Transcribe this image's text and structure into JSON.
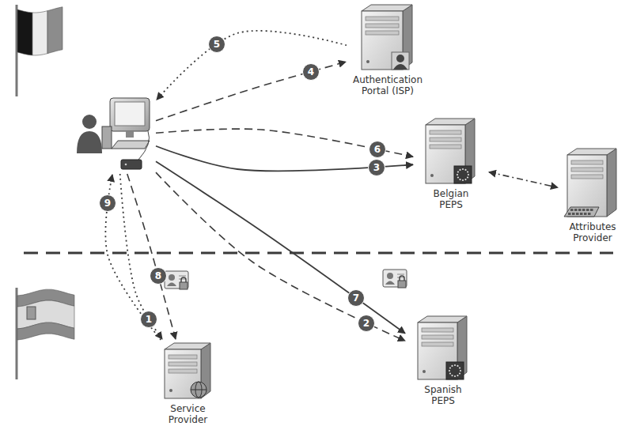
{
  "diagram": {
    "nodes": [
      {
        "text": [
          "Authentication Portal (ISP)"
        ]
      },
      {
        "text": []
      },
      {
        "text": [
          "Belgian PEPS"
        ]
      },
      {
        "text": [
          "Attributes Provider"
        ]
      },
      {
        "text": [
          "Service Provider"
        ]
      },
      {
        "text": [
          "Spanish PEPS"
        ]
      }
    ],
    "edges": [
      {
        "from": 1,
        "to": 4,
        "label": "1",
        "arrow": "to"
      },
      {
        "from": 1,
        "to": 5,
        "label": "2",
        "arrow": "to"
      },
      {
        "from": 1,
        "to": 2,
        "label": "3",
        "arrow": "to"
      },
      {
        "from": 1,
        "to": 0,
        "label": "4",
        "arrow": "to"
      },
      {
        "from": 0,
        "to": 1,
        "label": "5",
        "arrow": "to"
      },
      {
        "from": 1,
        "to": 2,
        "label": "6",
        "arrow": "to"
      },
      {
        "from": 1,
        "to": 5,
        "label": "7",
        "arrow": "to"
      },
      {
        "from": 1,
        "to": 4,
        "label": "8",
        "arrow": "to"
      },
      {
        "from": 4,
        "to": 1,
        "label": "9",
        "arrow": "to"
      },
      {
        "from": 2,
        "to": 3,
        "arrow": "both"
      }
    ]
  }
}
